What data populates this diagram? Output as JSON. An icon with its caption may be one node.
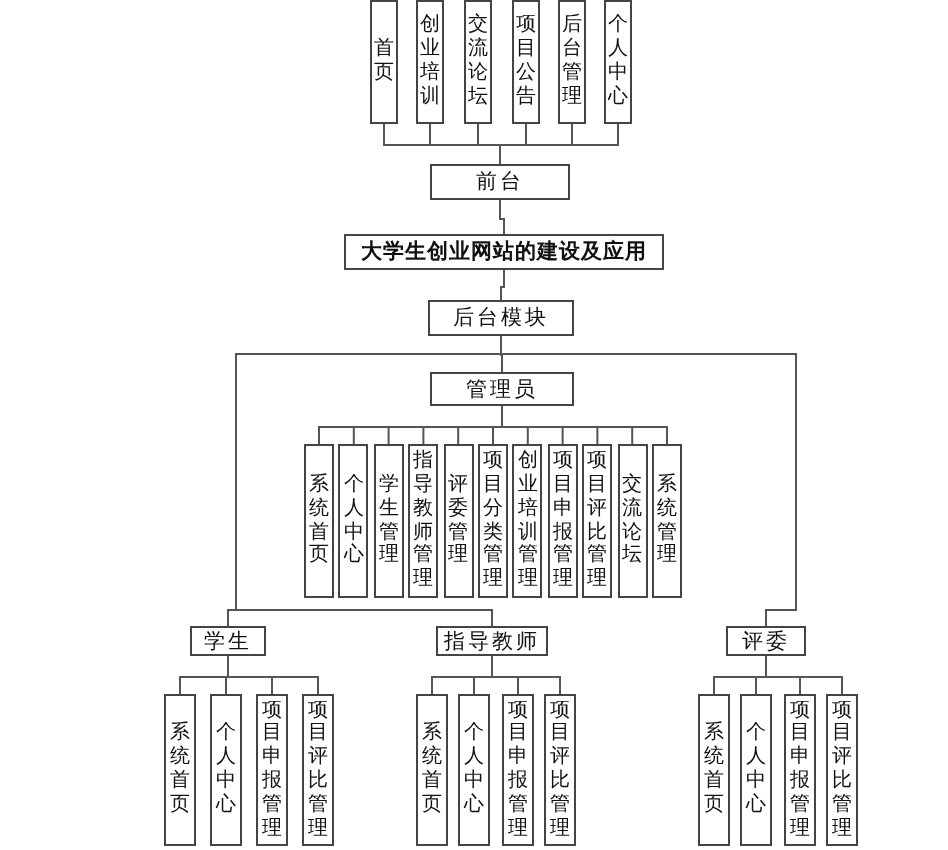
{
  "diagram": {
    "nodes": [
      {
        "text": [
          "首页"
        ]
      },
      {
        "text": [
          "创业培训"
        ]
      },
      {
        "text": [
          "交流论坛"
        ]
      },
      {
        "text": [
          "项目公告"
        ]
      },
      {
        "text": [
          "后台管理"
        ]
      },
      {
        "text": [
          "个人中心"
        ]
      },
      {
        "text": [
          "前台"
        ]
      },
      {
        "text": [
          "大学生创业网站的建设及应用"
        ]
      },
      {
        "text": [
          "后台模块"
        ]
      },
      {
        "text": [
          "管理员"
        ]
      },
      {
        "text": [
          "系统首页"
        ]
      },
      {
        "text": [
          "个人中心"
        ]
      },
      {
        "text": [
          "学生管理"
        ]
      },
      {
        "text": [
          "指导教师管理"
        ]
      },
      {
        "text": [
          "评委管理"
        ]
      },
      {
        "text": [
          "项目分类管理"
        ]
      },
      {
        "text": [
          "创业培训管理"
        ]
      },
      {
        "text": [
          "项目申报管理"
        ]
      },
      {
        "text": [
          "项目评比管理"
        ]
      },
      {
        "text": [
          "交流论坛"
        ]
      },
      {
        "text": [
          "系统管理"
        ]
      },
      {
        "text": [
          "学生"
        ]
      },
      {
        "text": [
          "指导教师"
        ]
      },
      {
        "text": [
          "评委"
        ]
      },
      {
        "text": [
          "系统首页"
        ]
      },
      {
        "text": [
          "个人中心"
        ]
      },
      {
        "text": [
          "项目申报管理"
        ]
      },
      {
        "text": [
          "项目评比管理"
        ]
      },
      {
        "text": [
          "系统首页"
        ]
      },
      {
        "text": [
          "个人中心"
        ]
      },
      {
        "text": [
          "项目申报管理"
        ]
      },
      {
        "text": [
          "项目评比管理"
        ]
      },
      {
        "text": [
          "系统首页"
        ]
      },
      {
        "text": [
          "个人中心"
        ]
      },
      {
        "text": [
          "项目申报管理"
        ]
      },
      {
        "text": [
          "项目评比管理"
        ]
      }
    ],
    "edges": [
      {
        "from": 6,
        "to": 0,
        "arrow": "none"
      },
      {
        "from": 6,
        "to": 1,
        "arrow": "none"
      },
      {
        "from": 6,
        "to": 2,
        "arrow": "none"
      },
      {
        "from": 6,
        "to": 3,
        "arrow": "none"
      },
      {
        "from": 6,
        "to": 4,
        "arrow": "none"
      },
      {
        "from": 6,
        "to": 5,
        "arrow": "none"
      },
      {
        "from": 6,
        "to": 7,
        "arrow": "none"
      },
      {
        "from": 7,
        "to": 8,
        "arrow": "none"
      },
      {
        "from": 8,
        "to": 9,
        "arrow": "none"
      },
      {
        "from": 9,
        "to": 10,
        "arrow": "none"
      },
      {
        "from": 9,
        "to": 11,
        "arrow": "none"
      },
      {
        "from": 9,
        "to": 12,
        "arrow": "none"
      },
      {
        "from": 9,
        "to": 13,
        "arrow": "none"
      },
      {
        "from": 9,
        "to": 14,
        "arrow": "none"
      },
      {
        "from": 9,
        "to": 15,
        "arrow": "none"
      },
      {
        "from": 9,
        "to": 16,
        "arrow": "none"
      },
      {
        "from": 9,
        "to": 17,
        "arrow": "none"
      },
      {
        "from": 9,
        "to": 18,
        "arrow": "none"
      },
      {
        "from": 9,
        "to": 19,
        "arrow": "none"
      },
      {
        "from": 9,
        "to": 20,
        "arrow": "none"
      },
      {
        "from": 8,
        "to": 21,
        "arrow": "none"
      },
      {
        "from": 8,
        "to": 22,
        "arrow": "none"
      },
      {
        "from": 8,
        "to": 23,
        "arrow": "none"
      },
      {
        "from": 21,
        "to": 24,
        "arrow": "none"
      },
      {
        "from": 21,
        "to": 25,
        "arrow": "none"
      },
      {
        "from": 21,
        "to": 26,
        "arrow": "none"
      },
      {
        "from": 21,
        "to": 27,
        "arrow": "none"
      },
      {
        "from": 22,
        "to": 28,
        "arrow": "none"
      },
      {
        "from": 22,
        "to": 29,
        "arrow": "none"
      },
      {
        "from": 22,
        "to": 30,
        "arrow": "none"
      },
      {
        "from": 22,
        "to": 31,
        "arrow": "none"
      },
      {
        "from": 23,
        "to": 32,
        "arrow": "none"
      },
      {
        "from": 23,
        "to": 33,
        "arrow": "none"
      },
      {
        "from": 23,
        "to": 34,
        "arrow": "none"
      },
      {
        "from": 23,
        "to": 35,
        "arrow": "none"
      }
    ]
  }
}
